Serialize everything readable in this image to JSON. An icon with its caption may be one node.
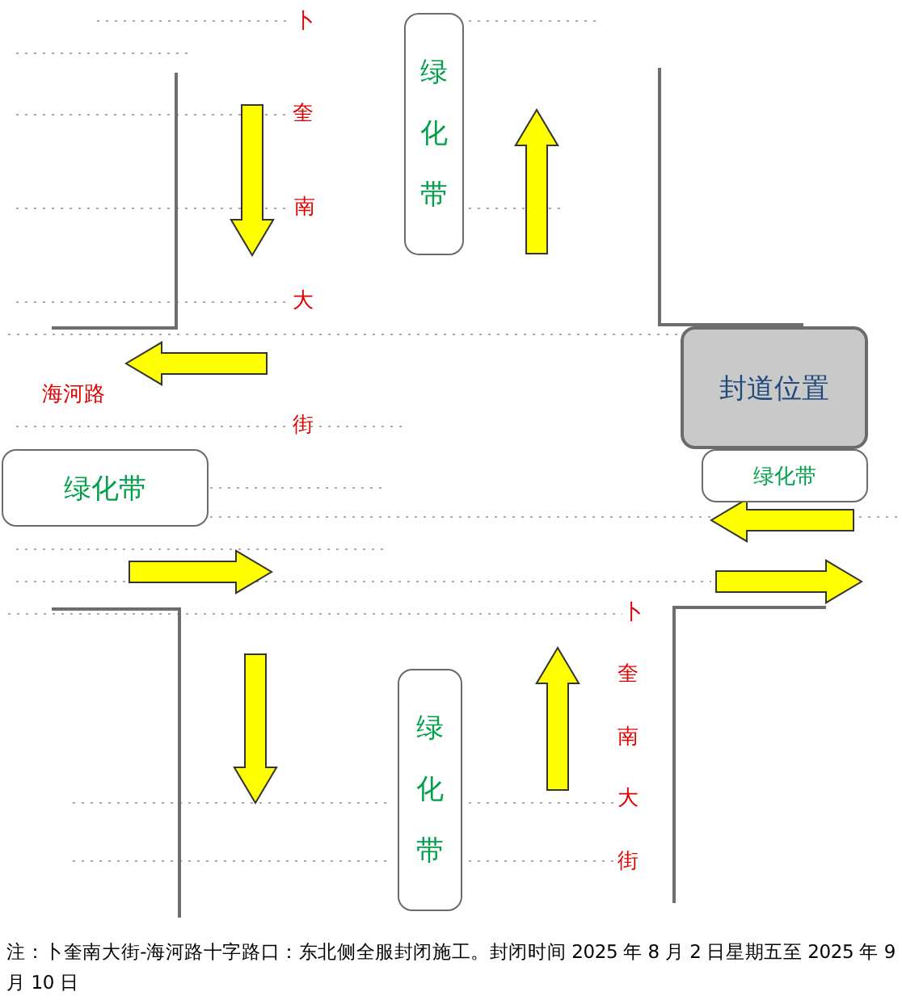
{
  "diagram": {
    "nodes": [
      {
        "text": [
          "绿化带"
        ]
      },
      {
        "text": [
          "封道位置"
        ]
      },
      {
        "text": [
          "绿化带"
        ]
      },
      {
        "text": [
          "绿化带"
        ]
      },
      {
        "text": [
          "绿化带"
        ]
      }
    ],
    "labels": [
      "卜",
      "奎",
      "南",
      "大",
      "海河路",
      "街",
      "卜",
      "奎",
      "南",
      "大",
      "街",
      "注：卜奎南大街-海河路十字路口：东北侧全服封闭施工。封闭时间 2025 年 8 月 2 日星期五至 2025 年 9 月 10 日"
    ]
  }
}
